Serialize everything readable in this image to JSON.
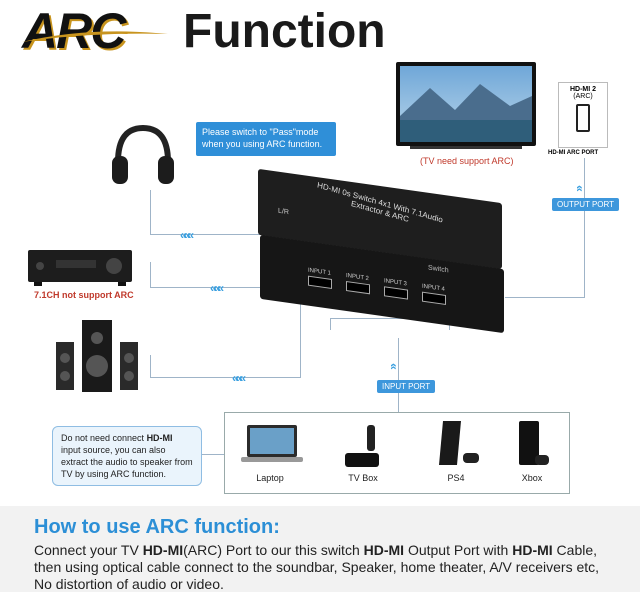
{
  "header": {
    "logo_text": "ARC",
    "title": "Function"
  },
  "callout": {
    "pass_mode": "Please switch to \"Pass\"mode when you using ARC function."
  },
  "tv": {
    "note": "(TV need support ARC)",
    "port_label_line1": "HD-MI 2",
    "port_label_line2": "(ARC)",
    "port_caption": "HD-MI ARC PORT",
    "output_port_label": "OUTPUT PORT"
  },
  "device": {
    "top_label_line1": "HD-MI 0s Switch 4x1 With 7.1Audio",
    "top_label_line2": "Extractor & ARC",
    "bottom_label": "Switch",
    "inputs": [
      "INPUT 1",
      "INPUT 2",
      "INPUT 3",
      "INPUT 4"
    ],
    "lr_label": "L/R"
  },
  "receiver": {
    "note": "7.1CH not support ARC"
  },
  "input_port_label": "INPUT PORT",
  "info_box": {
    "text_a": "Do not need connect ",
    "text_b": "HD-MI",
    "text_c": " input source, you can also extract the audio to speaker from TV by using ARC function."
  },
  "sources": [
    "Laptop",
    "TV Box",
    "PS4",
    "Xbox"
  ],
  "howto": {
    "title": "How to use ARC function:",
    "p1": "Connect your TV ",
    "p2": "HD-MI",
    "p3": "(ARC) Port to our this switch ",
    "p4": "HD-MI",
    "p5": " Output Port with ",
    "p6": "HD-MI",
    "p7": " Cable,",
    "line2": "then using optical cable connect to the soundbar, Speaker, home theater, A/V receivers etc,",
    "line3": "No distortion of audio or video."
  }
}
